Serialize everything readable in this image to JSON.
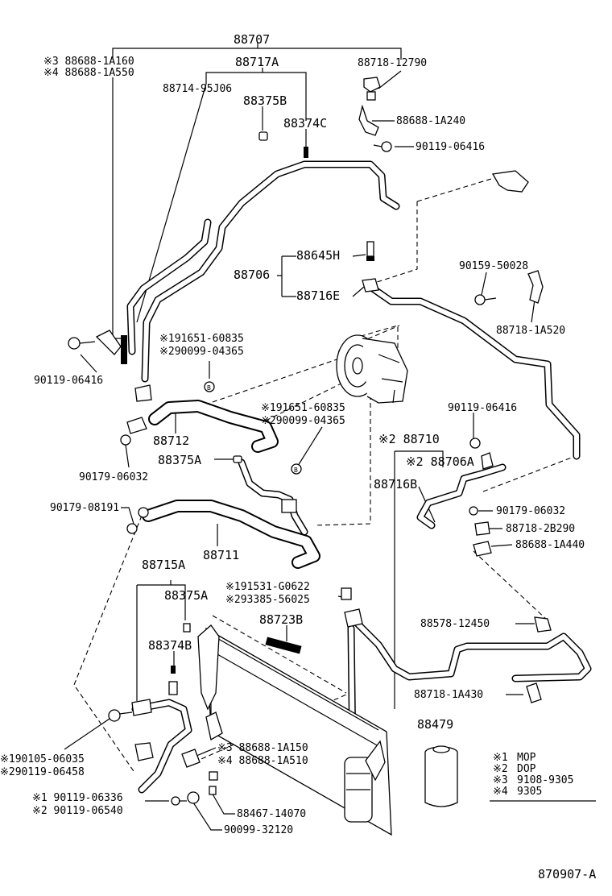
{
  "labels": {
    "p88707": "88707",
    "p88717A": "88717A",
    "note3_1A160": "※3 88688-1A160",
    "note4_1A550": "※4 88688-1A550",
    "p88718_12790": "88718-12790",
    "p88714_95J06": "88714-95J06",
    "p88375B": "88375B",
    "p88374C": "88374C",
    "p88688_1A240": "88688-1A240",
    "p90119_06416_top": "90119-06416",
    "p88645H": "88645H",
    "p88706": "88706",
    "p88716E": "88716E",
    "p90159_50028": "90159-50028",
    "p88718_1A520": "88718-1A520",
    "note1_191651_a": "※191651-60835",
    "note2_290099_a": "※290099-04365",
    "p90119_06416_left": "90119-06416",
    "note1_191651_b": "※191651-60835",
    "note2_290099_b": "※290099-04365",
    "p88712": "88712",
    "p90179_06032_left": "90179-06032",
    "p88375A_mid": "88375A",
    "p90119_06416_right": "90119-06416",
    "note2_88710": "※2 88710",
    "note2_88706A": "※2 88706A",
    "p88716B": "88716B",
    "p90179_08191": "90179-08191",
    "p88711": "88711",
    "p90179_06032_right": "90179-06032",
    "p88718_2B290": "88718-2B290",
    "p88688_1A440": "88688-1A440",
    "p88715A": "88715A",
    "note1_191531": "※191531-G0622",
    "note2_293385": "※293385-56025",
    "p88375A_low": "88375A",
    "p88723B": "88723B",
    "p88578_12450": "88578-12450",
    "p88374B": "88374B",
    "p88718_1A430": "88718-1A430",
    "p88479": "88479",
    "note3_1A150": "※3 88688-1A150",
    "note4_1A510": "※4 88688-1A510",
    "note1_190105": "※190105-06035",
    "note2_290119": "※290119-06458",
    "note1_90119_06336": "※1 90119-06336",
    "note2_90119_06540": "※2 90119-06540",
    "p88467_14070": "88467-14070",
    "p90099_32120": "90099-32120",
    "figure_code": "870907-A"
  },
  "legend": [
    {
      "mark": "※1",
      "text": "MOP"
    },
    {
      "mark": "※2",
      "text": "DOP"
    },
    {
      "mark": "※3",
      "text": "9108-9305"
    },
    {
      "mark": "※4",
      "text": "9305"
    }
  ]
}
